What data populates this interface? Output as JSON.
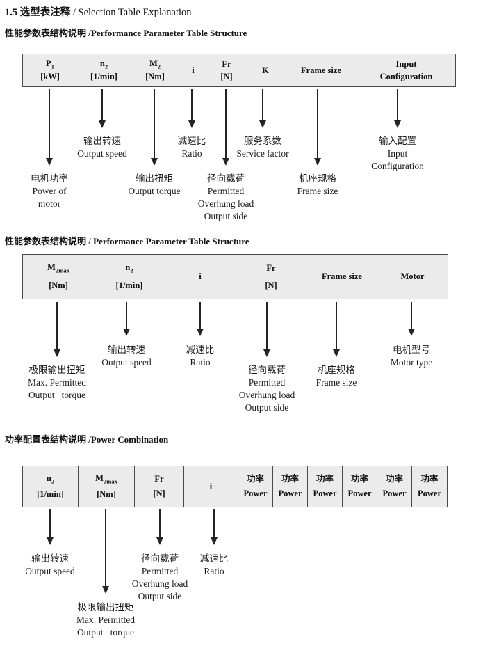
{
  "title": {
    "cn": "1.5 选型表注释",
    "sep": " / ",
    "en": "Selection Table Explanation"
  },
  "colors": {
    "table_bg": "#ebebeb",
    "table_border": "#4a4a4a",
    "text": "#111111",
    "arrow": "#242424"
  },
  "sections": [
    {
      "heading": {
        "cn": "性能参数表结构说明",
        "sep": " /",
        "en": "Performance Parameter Table Structure"
      },
      "columns": [
        {
          "sym": "P",
          "sub": "1",
          "unit": "[kW]"
        },
        {
          "sym": "n",
          "sub": "2",
          "unit": "[1/min]"
        },
        {
          "sym": "M",
          "sub": "2",
          "unit": "[Nm]"
        },
        {
          "sym": "i"
        },
        {
          "sym": "Fr",
          "unit": "[N]"
        },
        {
          "sym": "K"
        },
        {
          "sym": "Frame size"
        },
        {
          "sym": "Input",
          "unit": "Configuration"
        }
      ],
      "callouts": [
        {
          "cn": "电机功率",
          "en": [
            "Power of",
            "motor"
          ]
        },
        {
          "cn": "输出转速",
          "en": [
            "Output speed"
          ]
        },
        {
          "cn": "输出扭矩",
          "en": [
            "Output torque"
          ]
        },
        {
          "cn": "减速比",
          "en": [
            "Ratio"
          ]
        },
        {
          "cn": "径向载荷",
          "en": [
            "Permitted",
            "Overhung load",
            "Output side"
          ]
        },
        {
          "cn": "服务系数",
          "en": [
            "Service factor"
          ]
        },
        {
          "cn": "机座规格",
          "en": [
            "Frame size"
          ]
        },
        {
          "cn": "输入配置",
          "en": [
            "Input",
            "Configuration"
          ]
        }
      ]
    },
    {
      "heading": {
        "cn": "性能参数表结构说明",
        "sep": " / ",
        "en": "Performance Parameter Table Structure"
      },
      "columns": [
        {
          "sym": "M",
          "sub": "2max",
          "unit": "[Nm]"
        },
        {
          "sym": "n",
          "sub": "2",
          "unit": "[1/min]"
        },
        {
          "sym": "i"
        },
        {
          "sym": "Fr",
          "unit": "[N]"
        },
        {
          "sym": "Frame size"
        },
        {
          "sym": "Motor"
        }
      ],
      "callouts": [
        {
          "cn": "极限输出扭矩",
          "en": [
            "Max. Permitted",
            "Output   torque"
          ]
        },
        {
          "cn": "输出转速",
          "en": [
            "Output speed"
          ]
        },
        {
          "cn": "减速比",
          "en": [
            "Ratio"
          ]
        },
        {
          "cn": "径向载荷",
          "en": [
            "Permitted",
            "Overhung load",
            "Output side"
          ]
        },
        {
          "cn": "机座规格",
          "en": [
            "Frame size"
          ]
        },
        {
          "cn": "电机型号",
          "en": [
            "Motor type"
          ]
        }
      ]
    },
    {
      "heading": {
        "cn": "功率配置表结构说明",
        "sep": " /",
        "en": "Power Combination"
      },
      "columns": [
        {
          "sym": "n",
          "sub": "2",
          "unit": "[1/min]"
        },
        {
          "sym": "M",
          "sub": "2max",
          "unit": "[Nm]"
        },
        {
          "sym": "Fr",
          "unit": "[N]"
        },
        {
          "sym": "i"
        },
        {
          "sym": "功率",
          "unit": "Power"
        },
        {
          "sym": "功率",
          "unit": "Power"
        },
        {
          "sym": "功率",
          "unit": "Power"
        },
        {
          "sym": "功率",
          "unit": "Power"
        },
        {
          "sym": "功率",
          "unit": "Power"
        },
        {
          "sym": "功率",
          "unit": "Power"
        }
      ],
      "callouts": [
        {
          "cn": "输出转速",
          "en": [
            "Output speed"
          ]
        },
        {
          "cn": "极限输出扭矩",
          "en": [
            "Max. Permitted",
            "Output   torque"
          ]
        },
        {
          "cn": "径向载荷",
          "en": [
            "Permitted",
            "Overhung load",
            "Output side"
          ]
        },
        {
          "cn": "减速比",
          "en": [
            "Ratio"
          ]
        }
      ]
    }
  ]
}
